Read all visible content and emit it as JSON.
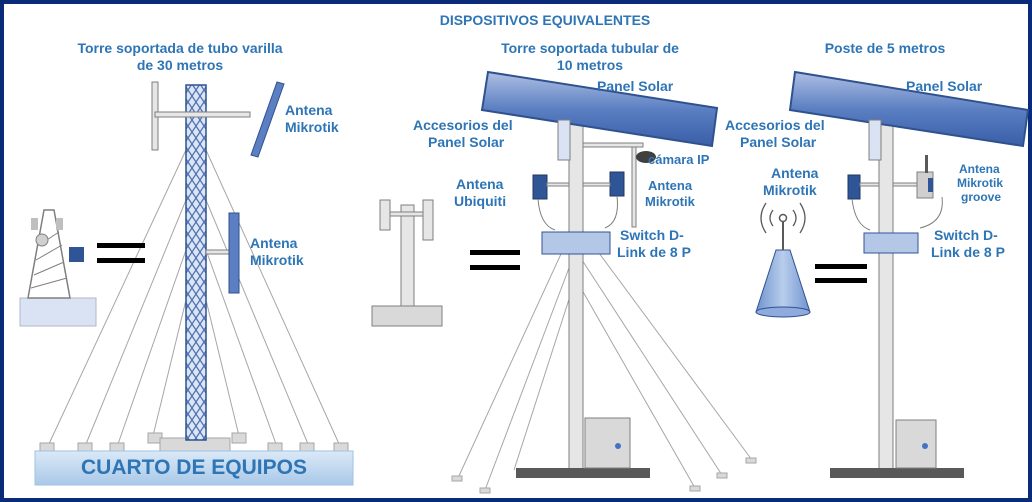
{
  "title": "DISPOSITIVOS EQUIVALENTES",
  "sections": {
    "tower1": {
      "title_line1": "Torre soportada de tubo varilla",
      "title_line2": "de 30 metros"
    },
    "tower2": {
      "title_line1": "Torre soportada tubular de",
      "title_line2": "10 metros"
    },
    "pole": {
      "title": "Poste de  5 metros"
    }
  },
  "labels": {
    "antena_mikrotik_1a": "Antena",
    "antena_mikrotik_1b": "Mikrotik",
    "antena_mikrotik_2a": "Antena",
    "antena_mikrotik_2b": "Mikrotik",
    "cuarto_equipos": "CUARTO DE EQUIPOS",
    "panel_solar_2": "Panel  Solar",
    "accesorios_2a": "Accesorios del",
    "accesorios_2b": "Panel Solar",
    "camara_ip": "cámara IP",
    "antena_ubiquiti_a": "Antena",
    "antena_ubiquiti_b": "Ubiquiti",
    "antena_mikrotik_3a": "Antena",
    "antena_mikrotik_3b": "Mikrotik",
    "switch_2a": "Switch D-",
    "switch_2b": "Link de 8 P",
    "panel_solar_3": "Panel  Solar",
    "accesorios_3a": "Accesorios del",
    "accesorios_3b": "Panel Solar",
    "antena_mikrotik_4a": "Antena",
    "antena_mikrotik_4b": "Mikrotik",
    "groove_a": "Antena",
    "groove_b": "Mikrotik",
    "groove_c": "groove",
    "switch_3a": "Switch D-",
    "switch_3b": "Link de 8 P"
  },
  "colors": {
    "label_blue": "#2e75b6",
    "frame": "#0a2a7a",
    "panel": "#5b7fc2",
    "metal": "#d9d9d9",
    "room": "#bdd7ee"
  }
}
